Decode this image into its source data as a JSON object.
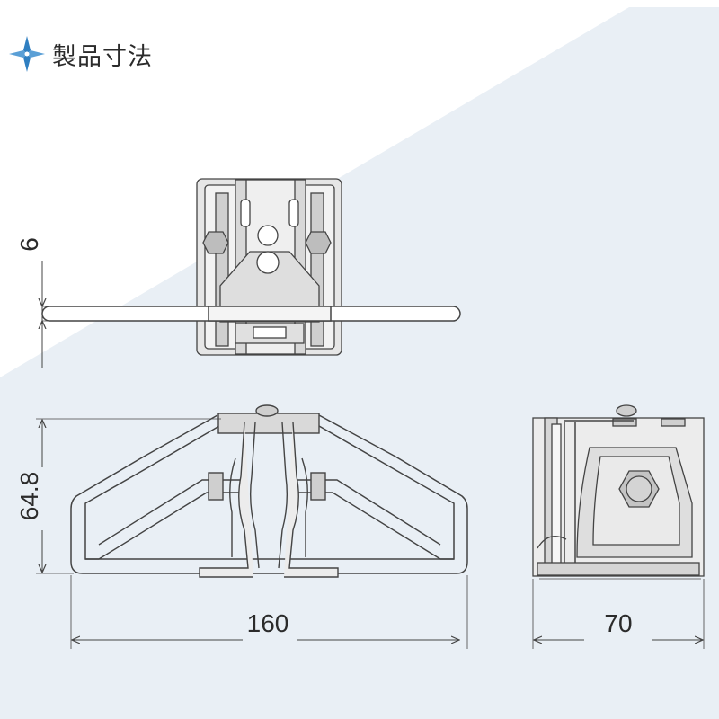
{
  "header": {
    "icon": "compass-star-icon",
    "title": "製品寸法"
  },
  "dimensions": {
    "thickness": "6",
    "height": "64.8",
    "width": "160",
    "depth": "70"
  },
  "colors": {
    "background_wedge": "#e9eff5",
    "line": "#444444",
    "metal_light": "#dcdcdc",
    "metal_mid": "#b9b9b9",
    "logo_blue": "#2f7fc1"
  }
}
